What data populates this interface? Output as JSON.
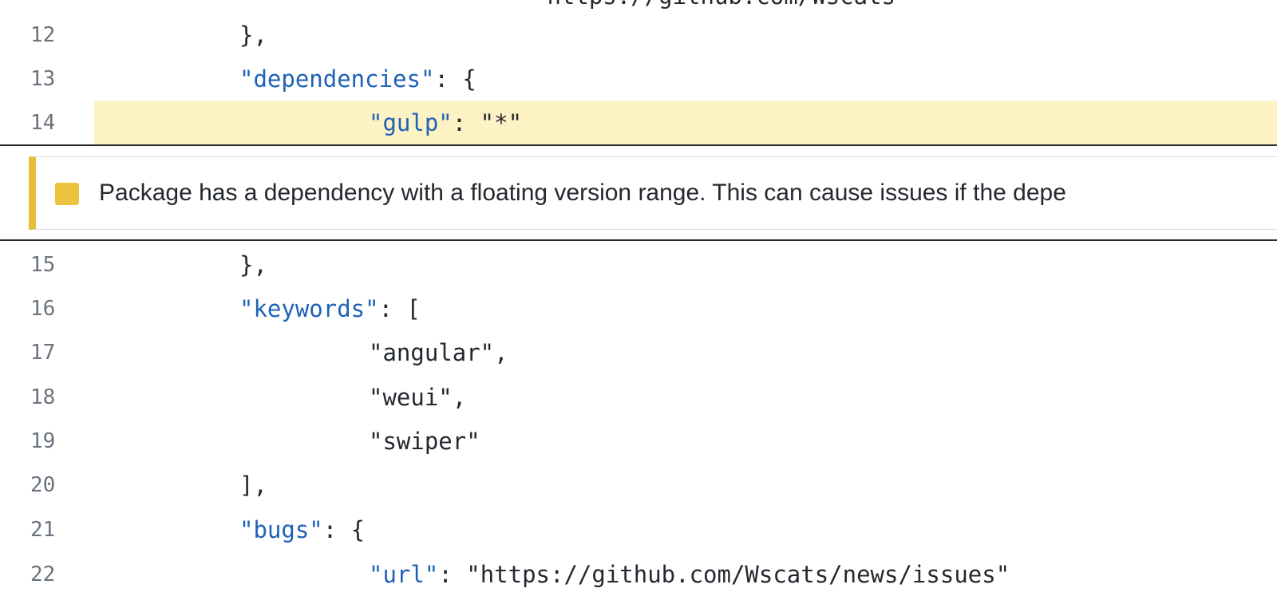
{
  "editor": {
    "top_cutoff_text": "\"https://github.com/Wscats",
    "lines_before": [
      {
        "number": "12",
        "indent": 1,
        "key": "",
        "rest": "},"
      },
      {
        "number": "13",
        "indent": 1,
        "key": "\"dependencies\"",
        "rest": ": {"
      },
      {
        "number": "14",
        "indent": 2,
        "key": "\"gulp\"",
        "rest": ": \"*\"",
        "highlighted": true
      }
    ],
    "lines_after": [
      {
        "number": "15",
        "indent": 1,
        "key": "",
        "rest": "},"
      },
      {
        "number": "16",
        "indent": 1,
        "key": "\"keywords\"",
        "rest": ": ["
      },
      {
        "number": "17",
        "indent": 2,
        "key": "",
        "rest": "\"angular\","
      },
      {
        "number": "18",
        "indent": 2,
        "key": "",
        "rest": "\"weui\","
      },
      {
        "number": "19",
        "indent": 2,
        "key": "",
        "rest": "\"swiper\""
      },
      {
        "number": "20",
        "indent": 1,
        "key": "",
        "rest": "],"
      },
      {
        "number": "21",
        "indent": 1,
        "key": "\"bugs\"",
        "rest": ": {"
      },
      {
        "number": "22",
        "indent": 2,
        "key": "\"url\"",
        "rest": ": \"https://github.com/Wscats/news/issues\""
      }
    ]
  },
  "annotation": {
    "severity": "warning",
    "icon": "warning-square-icon",
    "color": "#e8bf3c",
    "message": "Package has a dependency with a floating version range. This can cause issues if the depe"
  },
  "colors": {
    "key": "#1e62b7",
    "highlight": "#fdf2c3",
    "line_number": "#6a737d"
  }
}
